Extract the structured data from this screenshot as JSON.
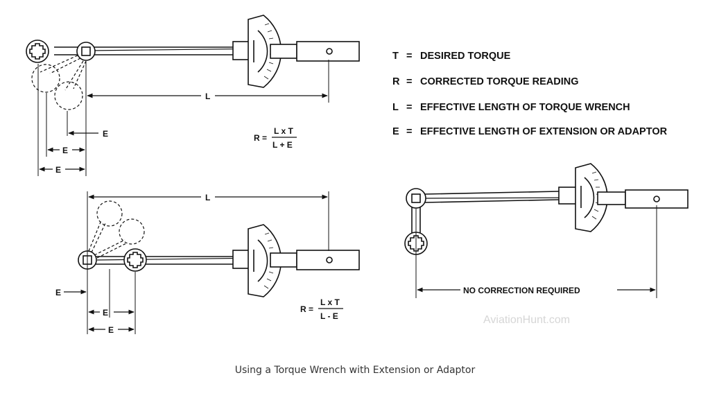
{
  "legend": [
    {
      "symbol": "T",
      "eq": "=",
      "text": "DESIRED TORQUE"
    },
    {
      "symbol": "R",
      "eq": "=",
      "text": "CORRECTED TORQUE READING"
    },
    {
      "symbol": "L",
      "eq": "=",
      "text": "EFFECTIVE LENGTH OF TORQUE WRENCH"
    },
    {
      "symbol": "E",
      "eq": "=",
      "text": "EFFECTIVE LENGTH OF EXTENSION OR ADAPTOR"
    }
  ],
  "formula_top": {
    "lhs": "R =",
    "num": "L x T",
    "den": "L + E"
  },
  "formula_bottom": {
    "lhs": "R =",
    "num": "L x T",
    "den": "L - E"
  },
  "dims": {
    "L": "L",
    "E": "E",
    "E_inner": "E",
    "E_outer": "E"
  },
  "no_correction": "NO CORRECTION REQUIRED",
  "watermark": "AviationHunt.com",
  "caption": "Using a Torque Wrench with Extension or Adaptor"
}
